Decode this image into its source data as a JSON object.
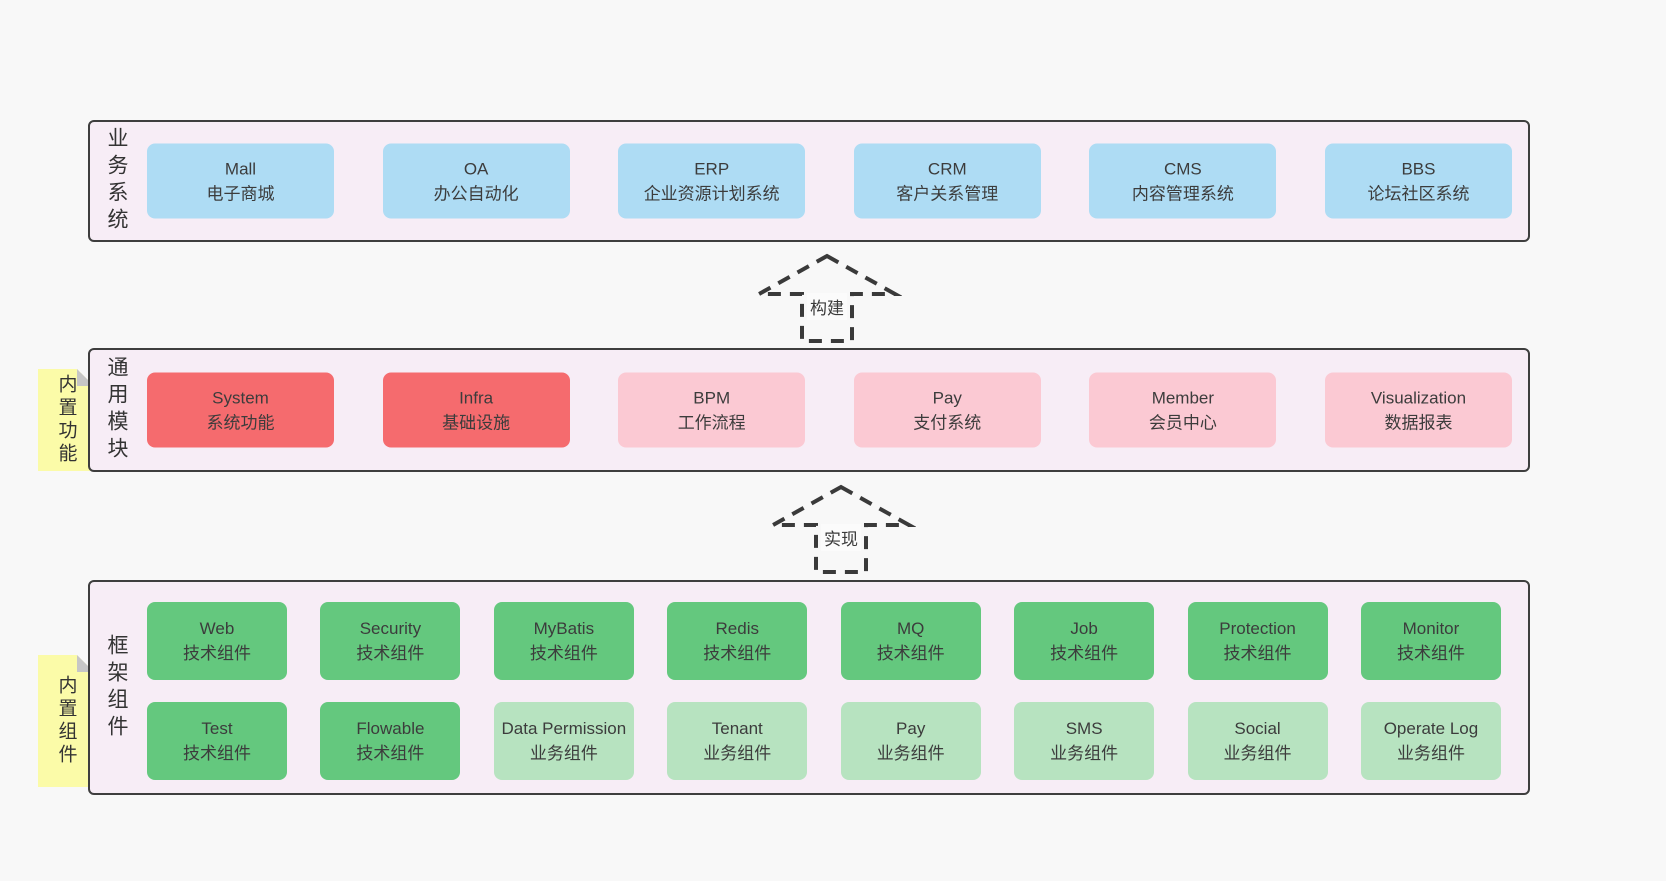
{
  "colors": {
    "page_bg": "#f8f8f8",
    "section_bg": "#f7edf6",
    "section_border": "#3e3e3e",
    "blue_box": "#aedcf4",
    "red_box": "#f56b6e",
    "pink_box": "#fbc9d3",
    "green_box": "#64c87e",
    "light_green_box": "#b7e3c0",
    "note_bg": "#fbfba8",
    "text": "#3c3c3c"
  },
  "arrows": [
    {
      "label": "构建"
    },
    {
      "label": "实现"
    }
  ],
  "sections": [
    {
      "label": "业务系统",
      "boxes": [
        {
          "title": "Mall",
          "subtitle": "电子商城"
        },
        {
          "title": "OA",
          "subtitle": "办公自动化"
        },
        {
          "title": "ERP",
          "subtitle": "企业资源计划系统"
        },
        {
          "title": "CRM",
          "subtitle": "客户关系管理"
        },
        {
          "title": "CMS",
          "subtitle": "内容管理系统"
        },
        {
          "title": "BBS",
          "subtitle": "论坛社区系统"
        }
      ]
    },
    {
      "label": "通用模块",
      "note": "内置功能",
      "boxes": [
        {
          "title": "System",
          "subtitle": "系统功能"
        },
        {
          "title": "Infra",
          "subtitle": "基础设施"
        },
        {
          "title": "BPM",
          "subtitle": "工作流程"
        },
        {
          "title": "Pay",
          "subtitle": "支付系统"
        },
        {
          "title": "Member",
          "subtitle": "会员中心"
        },
        {
          "title": "Visualization",
          "subtitle": "数据报表"
        }
      ]
    },
    {
      "label": "框架组件",
      "note": "内置组件",
      "row1": [
        {
          "title": "Web",
          "subtitle": "技术组件"
        },
        {
          "title": "Security",
          "subtitle": "技术组件"
        },
        {
          "title": "MyBatis",
          "subtitle": "技术组件"
        },
        {
          "title": "Redis",
          "subtitle": "技术组件"
        },
        {
          "title": "MQ",
          "subtitle": "技术组件"
        },
        {
          "title": "Job",
          "subtitle": "技术组件"
        },
        {
          "title": "Protection",
          "subtitle": "技术组件"
        },
        {
          "title": "Monitor",
          "subtitle": "技术组件"
        }
      ],
      "row2": [
        {
          "title": "Test",
          "subtitle": "技术组件"
        },
        {
          "title": "Flowable",
          "subtitle": "技术组件"
        },
        {
          "title": "Data Permission",
          "subtitle": "业务组件"
        },
        {
          "title": "Tenant",
          "subtitle": "业务组件"
        },
        {
          "title": "Pay",
          "subtitle": "业务组件"
        },
        {
          "title": "SMS",
          "subtitle": "业务组件"
        },
        {
          "title": "Social",
          "subtitle": "业务组件"
        },
        {
          "title": "Operate Log",
          "subtitle": "业务组件"
        }
      ]
    }
  ]
}
